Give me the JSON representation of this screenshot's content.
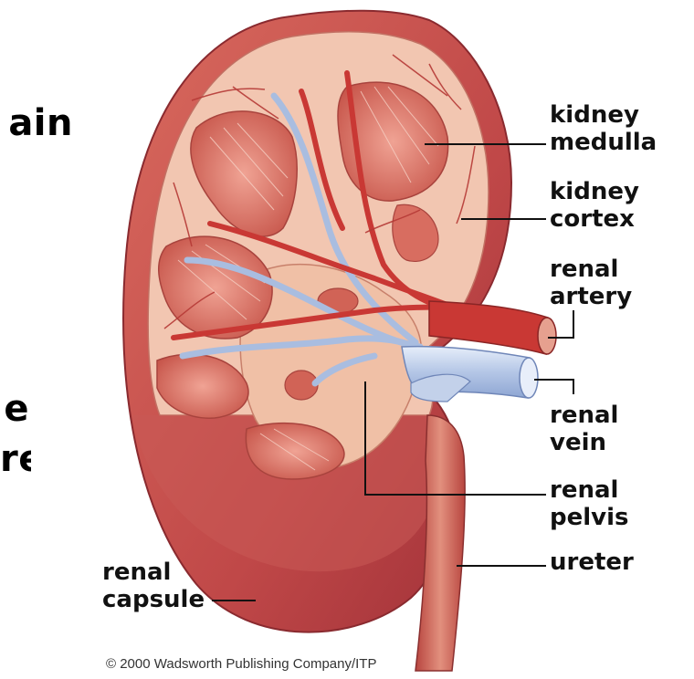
{
  "slide_fragments": [
    "ain",
    "e",
    "re"
  ],
  "labels": {
    "kidney_medulla": [
      "kidney",
      "medulla"
    ],
    "kidney_cortex": [
      "kidney",
      "cortex"
    ],
    "renal_artery": [
      "renal",
      "artery"
    ],
    "renal_vein": [
      "renal",
      "vein"
    ],
    "renal_pelvis": [
      "renal",
      "pelvis"
    ],
    "ureter": [
      "ureter"
    ],
    "renal_capsule": [
      "renal",
      "capsule"
    ]
  },
  "copyright": "© 2000 Wadsworth Publishing Company/ITP",
  "colors": {
    "capsule": "#c24a4a",
    "cortex": "#f3c3ad",
    "medulla": "#dd7064",
    "artery": "#cc3a35",
    "vein": "#b9c9e6",
    "pelvis": "#f0c0a6"
  }
}
